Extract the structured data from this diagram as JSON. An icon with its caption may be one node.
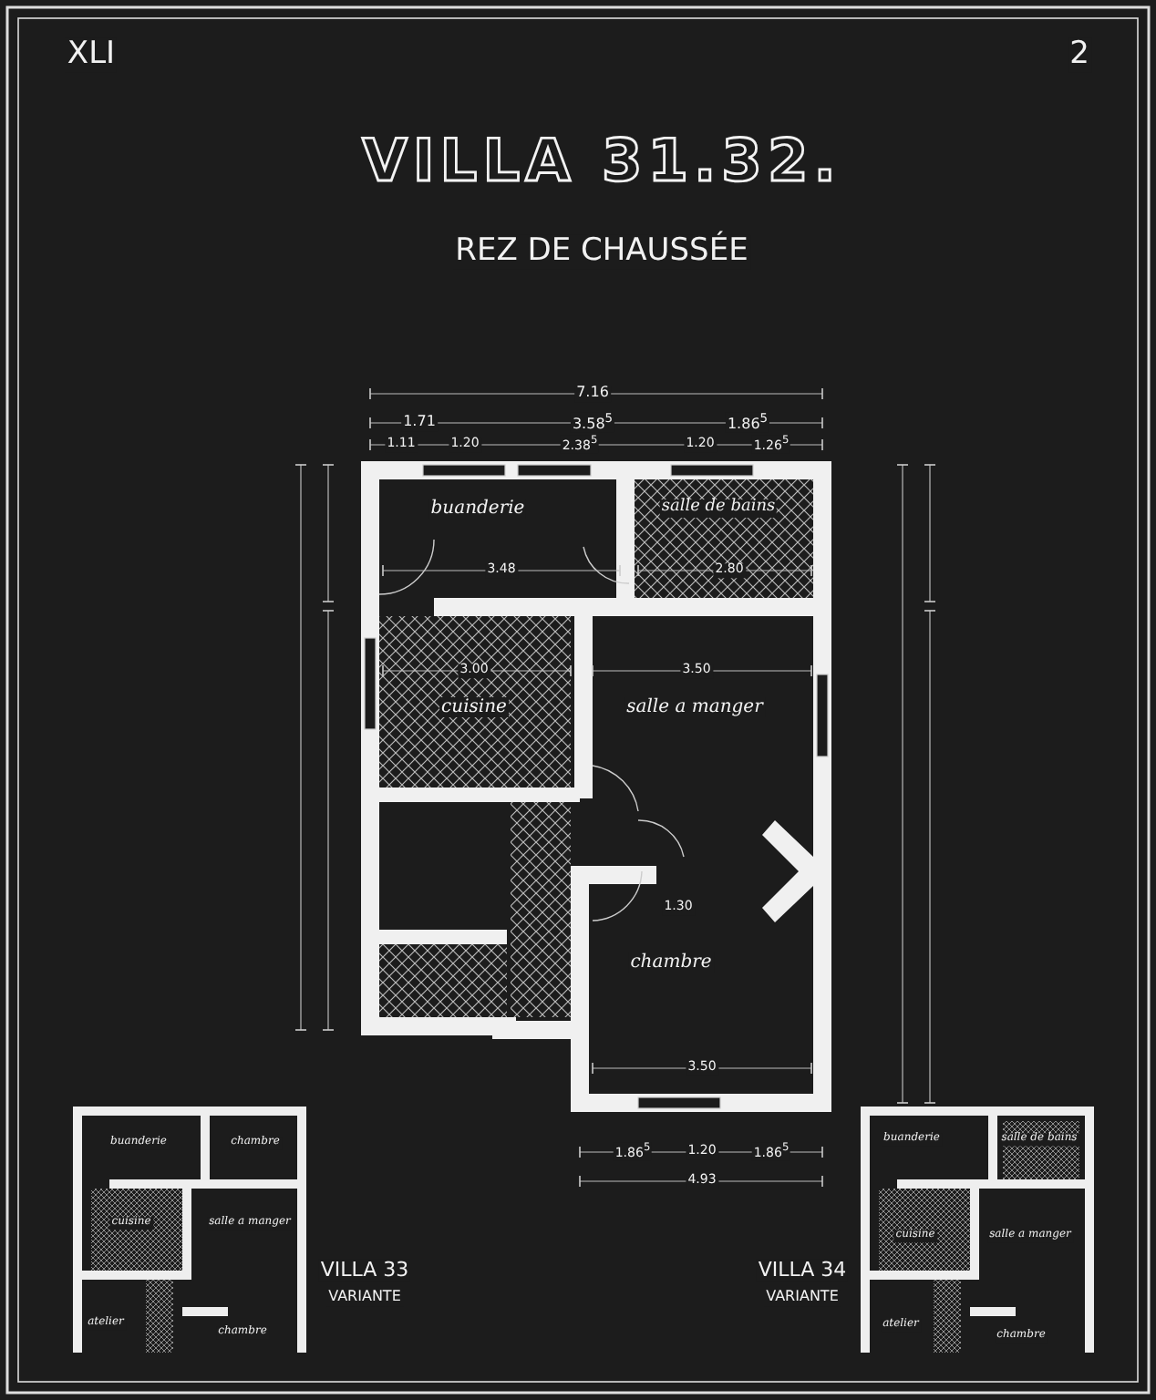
{
  "diagram": {
    "title": "VILLA 31.32.",
    "labels": [
      "XLI",
      "2",
      "REZ DE CHAUSSÉE",
      "7.16",
      "1.71",
      "3.58$^{5}$",
      "1.86$^{5}$",
      "1.11",
      "1.20",
      "2.38$^{5}$",
      "1.20",
      "1.26$^{5}$",
      "buanderie",
      "salle de bains",
      "3.48",
      "2.80",
      "3.00",
      "3.50",
      "cuisine",
      "salle a manger",
      "1.30",
      "chambre",
      "3.50",
      "1.86$^{5}$",
      "1.20",
      "1.86$^{5}$",
      "4.93",
      "buanderie",
      "chambre",
      "cuisine",
      "salle a manger",
      "atelier",
      "chambre",
      "VILLA 33",
      "VARIANTE",
      "buanderie",
      "salle de bains",
      "cuisine",
      "salle a manger",
      "VILLA 34",
      "VARIANTE",
      "atelier",
      "chambre"
    ]
  }
}
